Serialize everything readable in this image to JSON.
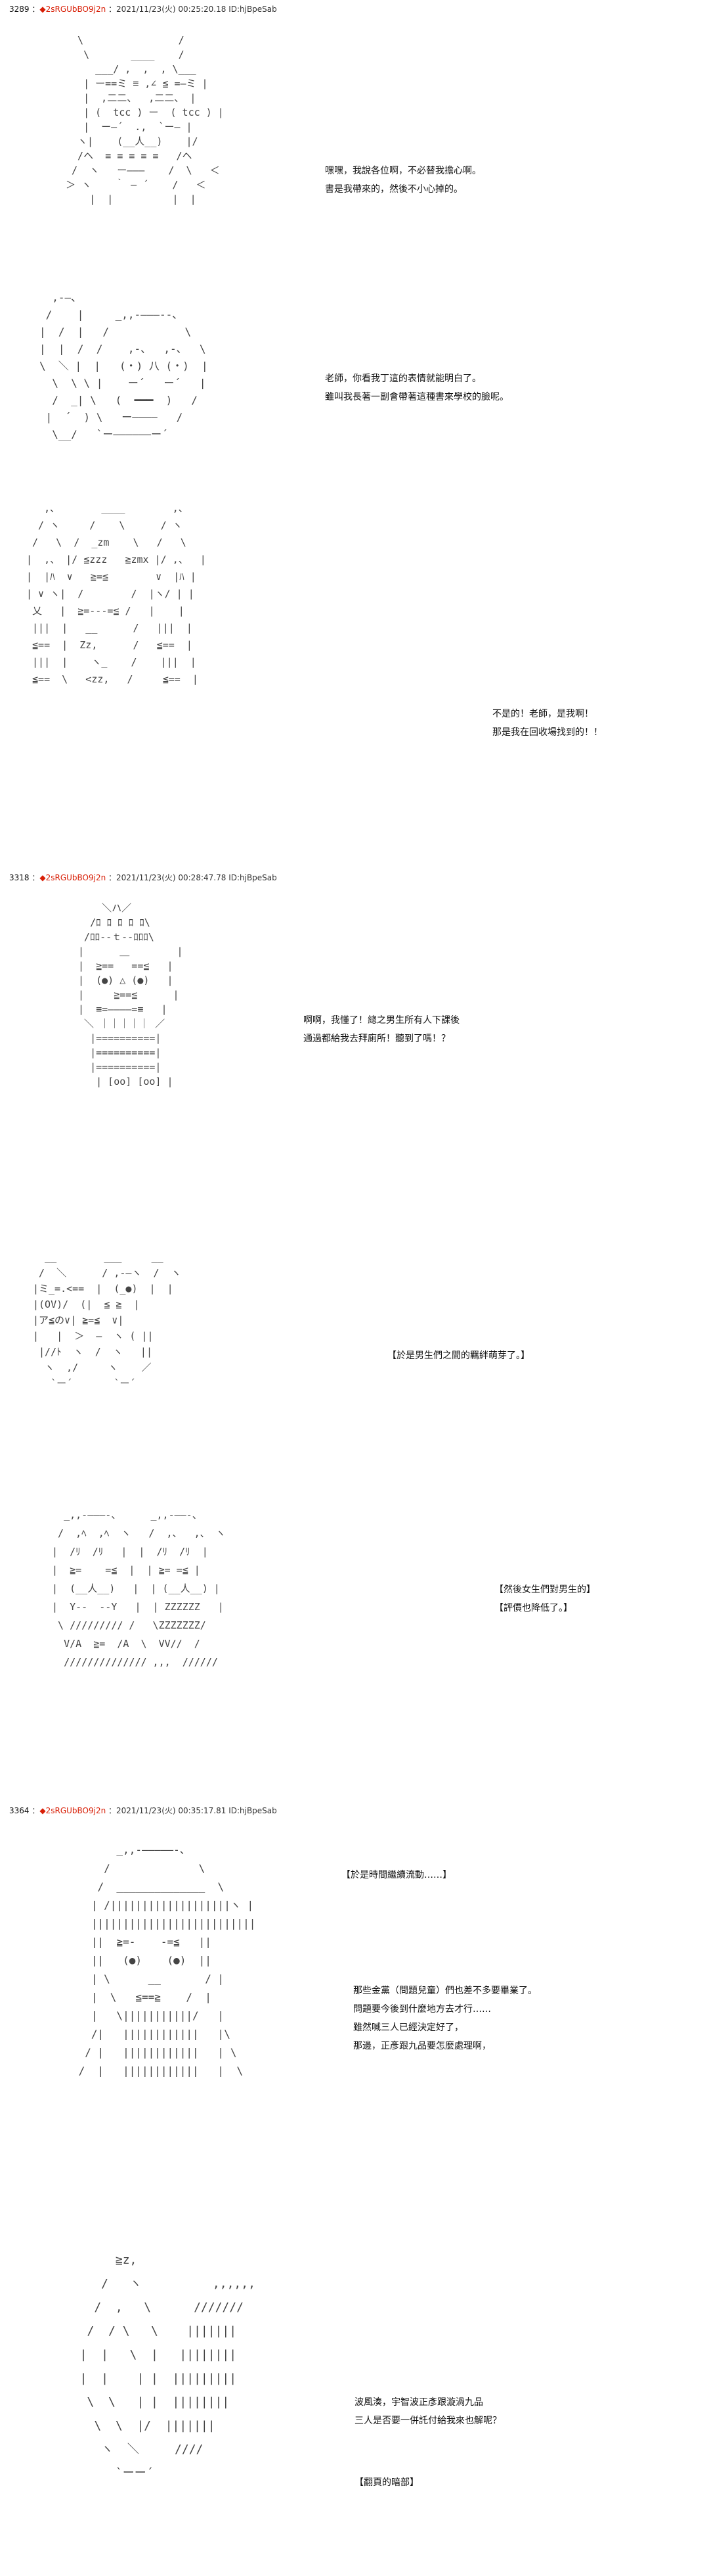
{
  "posts": [
    {
      "number": "3289",
      "name": "◆2sRGUbBO9j2n",
      "datetime": "2021/11/23(火) 00:25:20.18",
      "id": "ID:hjBpeSab"
    },
    {
      "number": "3318",
      "name": "◆2sRGUbBO9j2n",
      "datetime": "2021/11/23(火) 00:28:47.78",
      "id": "ID:hjBpeSab"
    },
    {
      "number": "3364",
      "name": "◆2sRGUbBO9j2n",
      "datetime": "2021/11/23(火) 00:35:17.81",
      "id": "ID:hjBpeSab"
    }
  ],
  "dialogue": [
    {
      "lines": [
        "嘿嘿，我說各位啊，不必替我擔心啊。",
        "書是我帶來的，然後不小心掉的。"
      ]
    },
    {
      "lines": [
        "老師，你看我丁這的表情就能明白了。",
        "雖叫我長著一副會帶著這種書來學校的臉呢。"
      ]
    },
    {
      "lines": [
        "不是的！老師，是我啊！",
        "那是我在回收場找到的！！"
      ]
    },
    {
      "lines": [
        "啊啊，我懂了！總之男生所有人下課後",
        "通過都給我去拜廁所！聽到了嗎！？"
      ]
    },
    {
      "lines": [
        "【於是男生們之間的羈絆萌芽了。】"
      ]
    },
    {
      "lines": [
        "【然後女生們對男生的】",
        "【評價也降低了。】"
      ]
    },
    {
      "lines": [
        "【於是時間繼續流動……】"
      ]
    },
    {
      "lines": [
        "那些金黨（問題兒童）們也差不多要畢業了。",
        "問題要今後到什麼地方去才行……",
        "雖然喊三人已經決定好了，",
        "那邊，正彥跟九品要怎麼處理啊，"
      ]
    },
    {
      "lines": [
        "波風湊，宇智波正彥跟漩渦九品",
        "三人是否要一併託付給我來也解呢？"
      ]
    },
    {
      "lines": [
        "【翻頁的暗部】"
      ]
    }
  ],
  "art": [
    "  \\                /\n   \\       ____    /\n     ___/ ,  ,  , \\___\n   | ー==ミ ≡ ,∠ ≦ =―ミ |\n   |  ,二二、  ,二二、 |\n   | (  tcc ) ー  ( tcc ) |\n   |  ー―´  .,  `ー― |\n  ヽ|    (__人__)    |/\n  /ヘ  ≡ ≡ ≡ ≡ ≡   /ヘ\n /  ヽ   ー―――    /  \\   ＜\n＞ ヽ    ｀ ― ´    /   ＜\n    |  |          |  |",
    "  ,-―、\n /    |     _,,-―――--、\n|  /  |   /            \\\n|  |  /  /    ,-、  ,-、  \\\n\\  ＼ |  |   (・) 八 (・)  |\n  \\  \\ \\ |    ー´   ー´   |\n  /  _| \\   (  ━━━  )   /\n |  ´  ) \\   ー――――   /\n  \\__/   `ー――――――ー´",
    "   ,、       ____        ,、\n  / ヽ     /    \\      / ヽ\n /   \\  /  _zm    \\   /   \\\n|  ,、 |/ ≦zzz   ≧zmx |/ ,、  |\n|  |ﾊ  ∨   ≧=≦        ∨  |ﾊ |\n| ∨ ヽ|  /        /  |ヽ/ | |\n 乂   |  ≧=---=≦ /   |    |\n |||  |   __      /   |||  |\n ≦==  |  Zz,      /   ≦==  |\n |||  |    ヽ_    /    |||  |\n ≦==  \\   <zz,   /     ≦==  |",
    "     ＼ハ／\n   /ﾛ ﾛ ﾛ ﾛ ﾛ\\\n  /ﾛﾛ--ｔ--ﾛﾛﾛ\\\n |      ＿        |\n |  ≧==   ==≦   |\n |  (●) △ (●)   |\n |     ≧==≦      |\n |  ≡=――――=≡   |\n  ＼ ｜｜｜｜｜ ／\n   |==========|\n   |==========|\n   |==========|\n    | [oo] [oo] |",
    "  __        ___     __\n /  ＼      / ,-―ヽ  /  ヽ\n|ミ_=.<==  |  (_●)  |  |\n|(OV)/  (|  ≦ ≧  |\n|ア≦の∨| ≧=≦  ∨|\n|   |  ＞  ―  ヽ ( ||\n |//ﾄ  ヽ  /  ヽ   ||\n  ヽ  ,/     ヽ    ／\n   `ー´       `ー´",
    "   _,,-―――-、     _,,-――-、\n  /  ,ﾍ  ,ﾍ  ヽ   /  ,、  ,、 ヽ\n |  /ﾘ  /ﾘ   |  |  /ﾘ  /ﾘ  |\n |  ≧=    =≦  |  | ≧= =≦ |\n |  (__人__)   |  | (__人__) |\n |  Y--  --Y   |  | ZZZZZZ   |\n  \\ ///////// /   \\ZZZZZZZ/\n   V/A  ≧=  /A  \\  VV//  /\n   ////////////// ,,,  //////",
    "       _,,-―――――-、\n     /              \\\n    /  ______________  \\\n   | /|||||||||||||||||||ヽ |\n   ||||||||||||||||||||||||||\n   ||  ≧=-    -=≦   ||\n   ||   (●)    (●)  ||\n   | \\      __       / |\n   |  \\   ≦==≧    /  |\n   |   \\|||||||||||/   |\n   /|   ||||||||||||   |\\\n  / |   ||||||||||||   | \\\n /  |   ||||||||||||   |  \\",
    "       ≧z,\n     /   ヽ          ,,,,,,\n    /  ,   \\      ///////\n   /  / \\   \\    |||||||\n  |  |   \\  |   ||||||||\n  |  |    | |  |||||||||\n   \\  \\   | |  ||||||||\n    \\  \\  |/  |||||||\n     ヽ  ＼     ////\n       `ーー´"
  ]
}
